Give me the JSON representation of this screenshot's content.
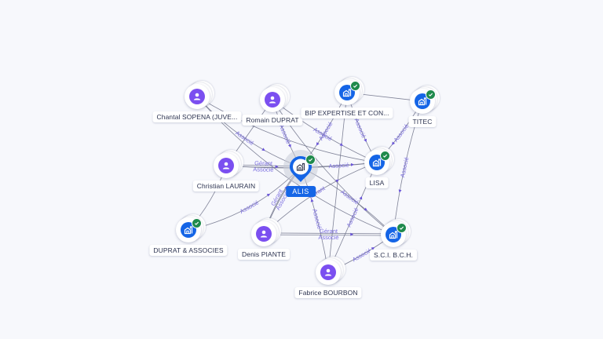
{
  "graph": {
    "center": {
      "id": "alis",
      "label": "ALIS",
      "type": "company",
      "verified": true,
      "icon": "building-icon"
    },
    "nodes": [
      {
        "id": "chantal",
        "label": "Chantal SOPENA (JUVE...",
        "type": "person",
        "verified": false,
        "icon": "person-icon"
      },
      {
        "id": "romain",
        "label": "Romain DUPRAT",
        "type": "person",
        "verified": false,
        "icon": "person-icon"
      },
      {
        "id": "bip",
        "label": "BIP EXPERTISE ET CON...",
        "type": "company",
        "verified": true,
        "icon": "building-icon"
      },
      {
        "id": "titec",
        "label": "TITEC",
        "type": "company",
        "verified": true,
        "icon": "building-icon"
      },
      {
        "id": "christian",
        "label": "Christian LAURAIN",
        "type": "person",
        "verified": false,
        "icon": "person-icon"
      },
      {
        "id": "lisa",
        "label": "LISA",
        "type": "company",
        "verified": true,
        "icon": "building-icon"
      },
      {
        "id": "duprat",
        "label": "DUPRAT & ASSOCIES",
        "type": "company",
        "verified": true,
        "icon": "building-icon"
      },
      {
        "id": "denis",
        "label": "Denis PIANTE",
        "type": "person",
        "verified": false,
        "icon": "person-icon"
      },
      {
        "id": "sci",
        "label": "S.C.I. B.C.H.",
        "type": "company",
        "verified": true,
        "icon": "building-icon"
      },
      {
        "id": "fabrice",
        "label": "Fabrice BOURBON",
        "type": "person",
        "verified": false,
        "icon": "person-icon"
      }
    ],
    "edges": [
      {
        "from": "chantal",
        "to": "alis",
        "labels": [
          "Associé"
        ]
      },
      {
        "from": "chantal",
        "to": "lisa",
        "labels": []
      },
      {
        "from": "chantal",
        "to": "sci",
        "labels": []
      },
      {
        "from": "romain",
        "to": "alis",
        "labels": [
          "Associé"
        ]
      },
      {
        "from": "romain",
        "to": "lisa",
        "labels": [
          "Associé"
        ]
      },
      {
        "from": "romain",
        "to": "sci",
        "labels": []
      },
      {
        "from": "romain",
        "to": "christian",
        "labels": []
      },
      {
        "from": "bip",
        "to": "alis",
        "labels": [
          "Associé"
        ]
      },
      {
        "from": "bip",
        "to": "lisa",
        "labels": [
          "Associé"
        ]
      },
      {
        "from": "bip",
        "to": "fabrice",
        "labels": []
      },
      {
        "from": "titec",
        "to": "lisa",
        "labels": [
          "Associé"
        ]
      },
      {
        "from": "titec",
        "to": "sci",
        "labels": [
          "Associé"
        ]
      },
      {
        "from": "titec",
        "to": "bip",
        "labels": []
      },
      {
        "from": "christian",
        "to": "alis",
        "labels": [
          "Gérant",
          "Associé"
        ]
      },
      {
        "from": "christian",
        "to": "lisa",
        "labels": []
      },
      {
        "from": "christian",
        "to": "duprat",
        "labels": []
      },
      {
        "from": "alis",
        "to": "lisa",
        "labels": [
          "Associé"
        ]
      },
      {
        "from": "alis",
        "to": "sci",
        "labels": [
          "Associé"
        ]
      },
      {
        "from": "duprat",
        "to": "alis",
        "labels": [
          "Associé"
        ]
      },
      {
        "from": "denis",
        "to": "alis",
        "labels": [
          "Gérant",
          "Associé"
        ]
      },
      {
        "from": "denis",
        "to": "sci",
        "labels": [
          "Gérant",
          "Associé"
        ]
      },
      {
        "from": "denis",
        "to": "lisa",
        "labels": [
          "Gérant"
        ]
      },
      {
        "from": "fabrice",
        "to": "alis",
        "labels": [
          "Associé"
        ]
      },
      {
        "from": "fabrice",
        "to": "sci",
        "labels": [
          "Associé"
        ]
      },
      {
        "from": "fabrice",
        "to": "lisa",
        "labels": [
          "Associé"
        ]
      }
    ]
  }
}
